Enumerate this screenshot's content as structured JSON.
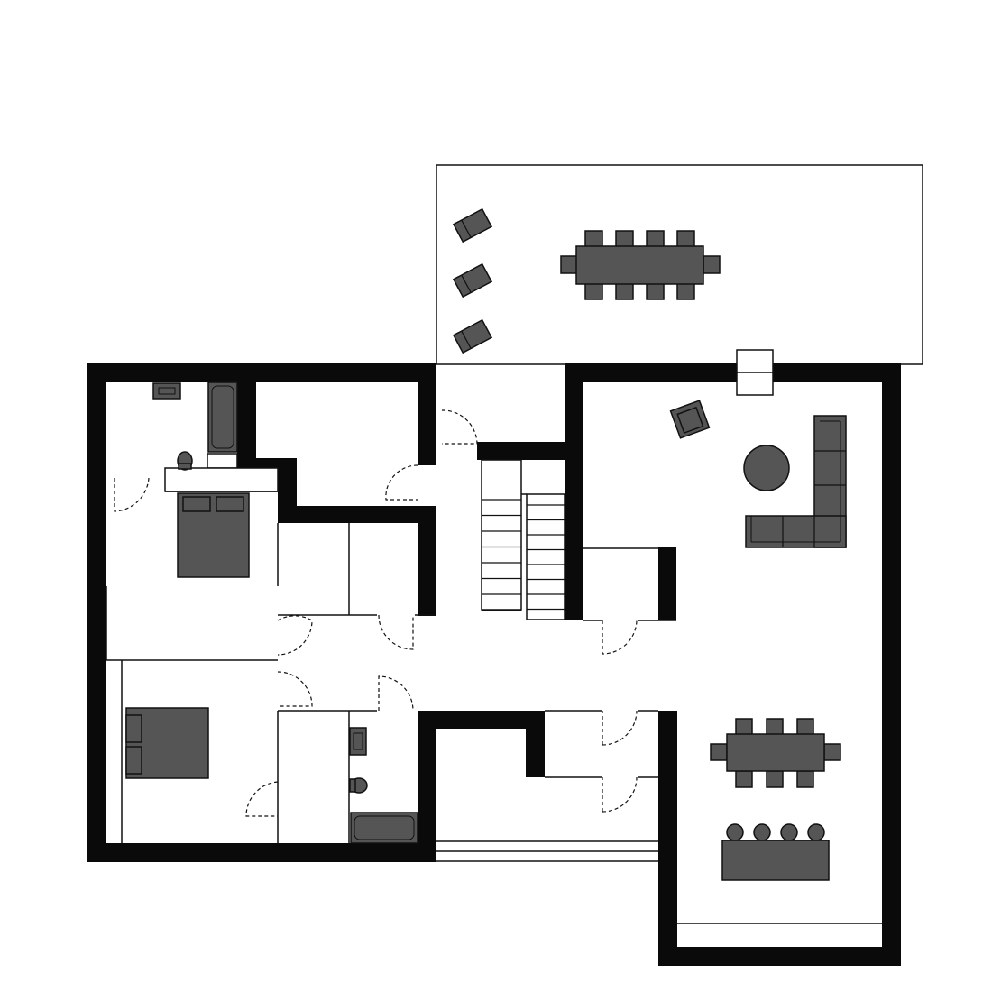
{
  "colors": {
    "wall": "#0a0a0a",
    "furniture": "#555555",
    "background": "#ffffff",
    "line": "#111111"
  },
  "plan": {
    "rooms": [
      "terrace",
      "bedroom-1",
      "bedroom-2",
      "bathroom-1",
      "bathroom-2",
      "stair-hall",
      "living-room",
      "dining-kitchen"
    ],
    "furniture_icons": [
      "dining-table",
      "chair",
      "lounge-chair",
      "armchair",
      "round-table",
      "l-sofa",
      "double-bed",
      "bathtub",
      "toilet",
      "sink",
      "kitchen-counter",
      "bar-stool",
      "staircase"
    ]
  }
}
